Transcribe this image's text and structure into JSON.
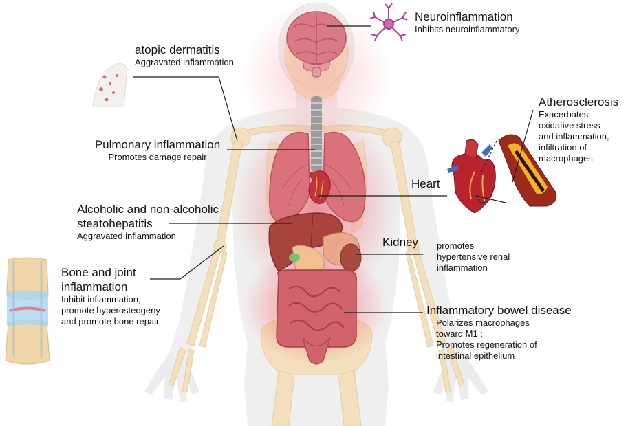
{
  "labels": {
    "neuro": {
      "title": "Neuroinflammation",
      "desc": "Inhibits neuroinflammatory"
    },
    "atopic": {
      "title": "atopic dermatitis",
      "desc": "Aggravated inflammation"
    },
    "athero": {
      "title": "Atherosclerosis",
      "lines": [
        "Exacerbates",
        "oxidative stress",
        "and inflammation,",
        "infiltration of",
        "macrophages"
      ]
    },
    "pulmonary": {
      "title": "Pulmonary inflammation",
      "desc": "Promotes damage repair"
    },
    "heart": {
      "title": "Heart"
    },
    "steato": {
      "title_lines": [
        "Alcoholic and non-alcoholic",
        "steatohepatitis"
      ],
      "desc": "Aggravated inflammation"
    },
    "kidney": {
      "title": "Kidney",
      "lines": [
        "promotes",
        "hypertensive renal",
        "inflammation"
      ]
    },
    "bone": {
      "title_lines": [
        "Bone and joint",
        "inflammation"
      ],
      "lines": [
        "Inhibit inflammation,",
        "promote hyperosteogeny",
        "and promote bone repair"
      ]
    },
    "ibd": {
      "title": "Inflammatory bowel disease",
      "lines": [
        "Polarizes macrophages",
        "toward M1 ;",
        "Promotes regeneration of",
        "intestinal epithelium"
      ]
    }
  },
  "colors": {
    "body": "#efefef",
    "bone": "#f3dfbd",
    "brain": "#d97a86",
    "lung": "#d9727a",
    "liver": "#a8443c",
    "intestine": "#d0636b",
    "heart": "#b8232e",
    "vessel": "#9c2b1e",
    "plaque": "#f0b428",
    "neuron": "#b43a9a",
    "leader": "#1a1a1a"
  }
}
